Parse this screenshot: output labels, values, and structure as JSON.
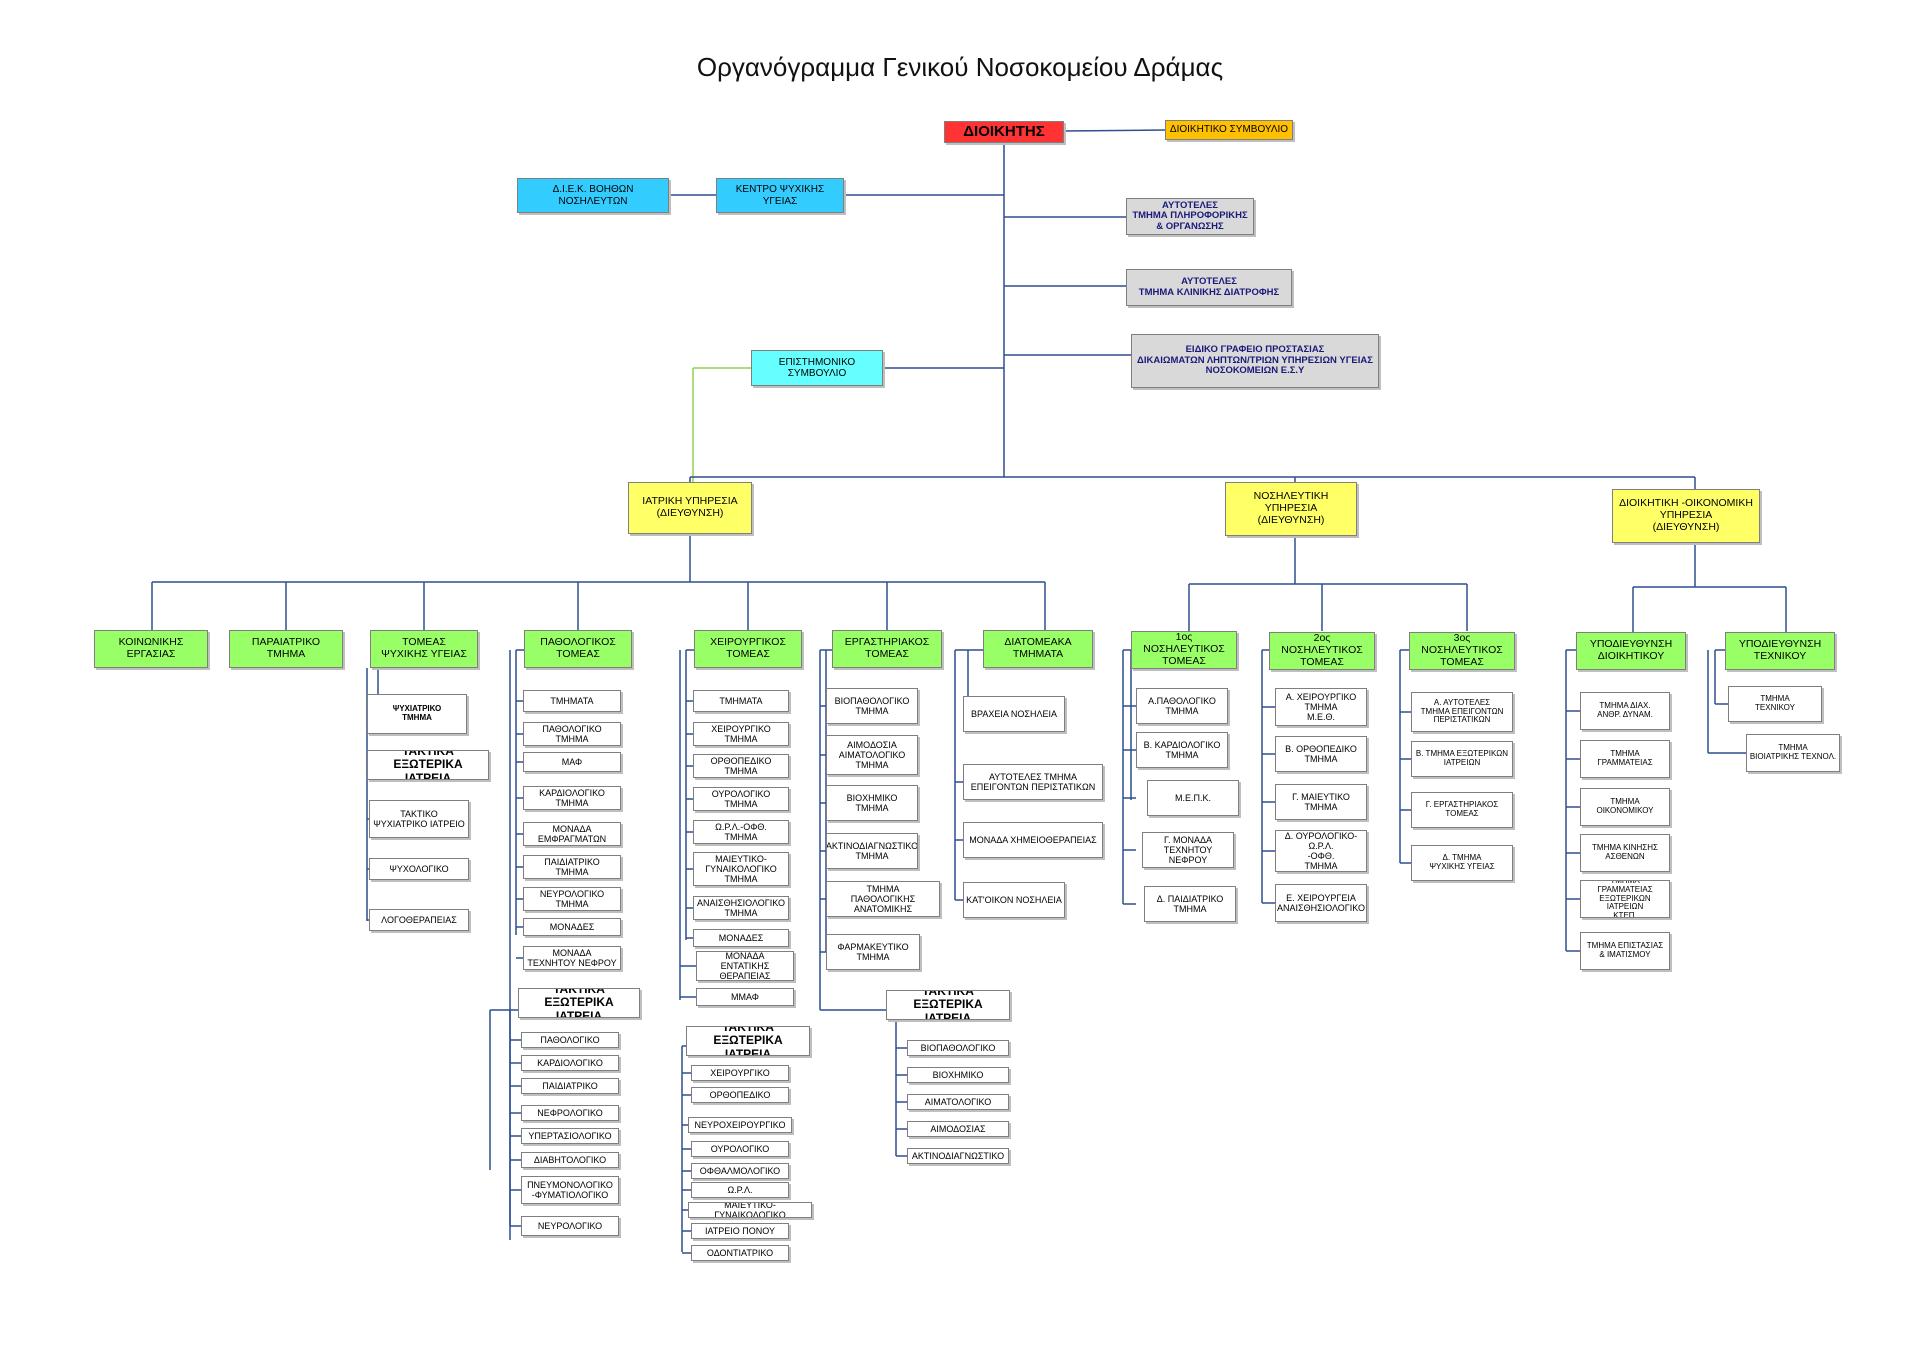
{
  "title": "Οργανόγραμμα Γενικού Νοσοκομείου Δράμας",
  "nodes": {
    "dioikitis": "ΔΙΟΙΚΗΤΗΣ",
    "dioikitiko_symvoulio": "ΔΙΟΙΚΗΤΙΚΟ ΣΥΜΒΟΥΛΙΟ",
    "diek": "Δ.Ι.Ε.Κ. ΒΟΗΘΩΝ ΝΟΣΗΛΕΥΤΩΝ",
    "kentro_psyxikis": "ΚΕΝΤΡΟ ΨΥΧΙΚΗΣ ΥΓΕΙΑΣ",
    "pliroforikis": "ΑΥΤΟΤΕΛΕΣ\nΤΜΗΜΑ ΠΛΗΡΟΦΟΡΙΚΗΣ\n& ΟΡΓΑΝΩΣΗΣ",
    "diatrofis": "ΑΥΤΟΤΕΛΕΣ\nΤΜΗΜΑ ΚΛΙΝΙΚΗΣ ΔΙΑΤΡΟΦΗΣ",
    "eidiko_grafeio": "ΕΙΔΙΚΟ ΓΡΑΦΕΙΟ ΠΡΟΣΤΑΣΙΑΣ\nΔΙΚΑΙΩΜΑΤΩΝ ΛΗΠΤΩΝ/ΤΡΙΩΝ ΥΠΗΡΕΣΙΩΝ ΥΓΕΙΑΣ\nΝΟΣΟΚΟΜΕΙΩΝ Ε.Σ.Υ",
    "epistimoniko": "ΕΠΙΣΤΗΜΟΝΙΚΟ\nΣΥΜΒΟΥΛΙΟ",
    "iatriki": "ΙΑΤΡΙΚΗ ΥΠΗΡΕΣΙΑ\n(ΔΙΕΥΘΥΝΣΗ)",
    "nosileftiki": "ΝΟΣΗΛΕΥΤΙΚΗ ΥΠΗΡΕΣΙΑ\n(ΔΙΕΥΘΥΝΣΗ)",
    "dioikitiki": "ΔΙΟΙΚΗΤΙΚΗ -ΟΙΚΟΝΟΜΙΚΗ\nΥΠΗΡΕΣΙΑ\n(ΔΙΕΥΘΥΝΣΗ)",
    "koinonikis": "ΚΟΙΝΩΝΙΚΗΣ ΕΡΓΑΣΙΑΣ",
    "paraiatriko": "ΠΑΡΑΙΑΤΡΙΚΟ ΤΜΗΜΑ",
    "psyxikis_tomeas": "ΤΟΜΕΑΣ\nΨΥΧΙΚΗΣ ΥΓΕΙΑΣ",
    "pathologikos": "ΠΑΘΟΛΟΓΙΚΟΣ\nΤΟΜΕΑΣ",
    "xeirourgikos": "ΧΕΙΡΟΥΡΓΙΚΟΣ\nΤΟΜΕΑΣ",
    "ergastiriakos": "ΕΡΓΑΣΤΗΡΙΑΚΟΣ\nΤΟΜΕΑΣ",
    "diatomeaka": "ΔΙΑΤΟΜΕΑΚΑ\nΤΜΗΜΑΤΑ",
    "nos1": "1ος ΝΟΣΗΛΕΥΤΙΚΟΣ\nΤΟΜΕΑΣ",
    "nos2": "2ος ΝΟΣΗΛΕΥΤΙΚΟΣ\nΤΟΜΕΑΣ",
    "nos3": "3ος ΝΟΣΗΛΕΥΤΙΚΟΣ\nΤΟΜΕΑΣ",
    "ypodioikitikou": "ΥΠΟΔΙΕΥΘΥΝΣΗ\nΔΙΟΙΚΗΤΙΚΟΥ",
    "ypotexnikou": "ΥΠΟΔΙΕΥΘΥΝΣΗ\nΤΕΧΝΙΚΟΥ"
  },
  "psyxikis_children": {
    "psyxiatriko": "ΨΥΧΙΑΤΡΙΚΟ\nΤΜΗΜΑ",
    "taktika_header": "ΤΑΚΤΙΚΑ ΕΞΩΤΕΡΙΚΑ\nΙΑΤΡΕΙΑ",
    "items": [
      "ΤΑΚΤΙΚΟ\nΨΥΧΙΑΤΡΙΚΟ ΙΑΤΡΕΙΟ",
      "ΨΥΧΟΛΟΓΙΚΟ",
      "ΛΟΓΟΘΕΡΑΠΕΙΑΣ"
    ]
  },
  "pathologikos_children": [
    "ΤΜΗΜΑΤΑ",
    "ΠΑΘΟΛΟΓΙΚΟ\nΤΜΗΜΑ",
    "ΜΑΦ",
    "ΚΑΡΔΙΟΛΟΓΙΚΟ\nΤΜΗΜΑ",
    "ΜΟΝΑΔΑ\nΕΜΦΡΑΓΜΑΤΩΝ",
    "ΠΑΙΔΙΑΤΡΙΚΟ\nΤΜΗΜΑ",
    "ΝΕΥΡΟΛΟΓΙΚΟ\nΤΜΗΜΑ",
    "ΜΟΝΑΔΕΣ",
    "ΜΟΝΑΔΑ\nΤΕΧΝΗΤΟΥ ΝΕΦΡΟΥ"
  ],
  "pathologikos_iatreia": {
    "header": "ΤΑΚΤΙΚΑ ΕΞΩΤΕΡΙΚΑ\nΙΑΤΡΕΙΑ",
    "items": [
      "ΠΑΘΟΛΟΓΙΚΟ",
      "ΚΑΡΔΙΟΛΟΓΙΚΟ",
      "ΠΑΙΔΙΑΤΡΙΚΟ",
      "ΝΕΦΡΟΛΟΓΙΚΟ",
      "ΥΠΕΡΤΑΣΙΟΛΟΓΙΚΟ",
      "ΔΙΑΒΗΤΟΛΟΓΙΚΟ",
      "ΠΝΕΥΜΟΝΟΛΟΓΙΚΟ\n-ΦΥΜΑΤΙΟΛΟΓΙΚΟ",
      "ΝΕΥΡΟΛΟΓΙΚΟ"
    ]
  },
  "xeirourgikos_children": [
    "ΤΜΗΜΑΤΑ",
    "ΧΕΙΡΟΥΡΓΙΚΟ\nΤΜΗΜΑ",
    "ΟΡΘΟΠΕΔΙΚΟ\nΤΜΗΜΑ",
    "ΟΥΡΟΛΟΓΙΚΟ\nΤΜΗΜΑ",
    "Ω.Ρ.Λ.-ΟΦΘ.\nΤΜΗΜΑ",
    "ΜΑΙΕΥΤΙΚΟ-\nΓΥΝΑΙΚΟΛΟΓΙΚΟ\nΤΜΗΜΑ",
    "ΑΝΑΙΣΘΗΣΙΟΛΟΓΙΚΟ\nΤΜΗΜΑ",
    "ΜΟΝΑΔΕΣ",
    "ΜΟΝΑΔΑ\nΕΝΤΑΤΙΚΗΣ\nΘΕΡΑΠΕΙΑΣ",
    "ΜΜΑΦ"
  ],
  "xeirourgikos_iatreia": {
    "header": "ΤΑΚΤΙΚΑ ΕΞΩΤΕΡΙΚΑ\nΙΑΤΡΕΙΑ",
    "items": [
      "ΧΕΙΡΟΥΡΓΙΚΟ",
      "ΟΡΘΟΠΕΔΙΚΟ",
      "ΝΕΥΡΟΧΕΙΡΟΥΡΓΙΚΟ",
      "ΟΥΡΟΛΟΓΙΚΟ",
      "ΟΦΘΑΛΜΟΛΟΓΙΚΟ",
      "Ω.Ρ.Λ.",
      "ΜΑΙΕΥΤΙΚΟ-ΓΥΝΑΙΚΟΛΟΓΙΚΟ",
      "ΙΑΤΡΕΙΟ ΠΟΝΟΥ",
      "ΟΔΟΝΤΙΑΤΡΙΚΟ"
    ]
  },
  "ergastiriakos_children": [
    "ΒΙΟΠΑΘΟΛΟΓΙΚΟ\nΤΜΗΜΑ",
    "ΑΙΜΟΔΟΣΙΑ\nΑΙΜΑΤΟΛΟΓΙΚΟ\nΤΜΗΜΑ",
    "ΒΙΟΧΗΜΙΚΟ\nΤΜΗΜΑ",
    "ΑΚΤΙΝΟΔΙΑΓΝΩΣΤΙΚΟ\nΤΜΗΜΑ",
    "ΤΜΗΜΑ\nΠΑΘΟΛΟΓΙΚΗΣ ΑΝΑΤΟΜΙΚΗΣ",
    "ΦΑΡΜΑΚΕΥΤΙΚΟ\nΤΜΗΜΑ"
  ],
  "ergastiriakos_iatreia": {
    "header": "ΤΑΚΤΙΚΑ ΕΞΩΤΕΡΙΚΑ\nΙΑΤΡΕΙΑ",
    "items": [
      "ΒΙΟΠΑΘΟΛΟΓΙΚΟ",
      "ΒΙΟΧΗΜΙΚΟ",
      "ΑΙΜΑΤΟΛΟΓΙΚΟ",
      "ΑΙΜΟΔΟΣΙΑΣ",
      "ΑΚΤΙΝΟΔΙΑΓΝΩΣΤΙΚΟ"
    ]
  },
  "diatomeaka_children": [
    "ΒΡΑΧΕΙΑ ΝΟΣΗΛΕΙΑ",
    "ΑΥΤΟΤΕΛΕΣ ΤΜΗΜΑ\nΕΠΕΙΓΟΝΤΩΝ ΠΕΡΙΣΤΑΤΙΚΩΝ",
    "ΜΟΝΑΔΑ ΧΗΜΕΙΟΘΕΡΑΠΕΙΑΣ",
    "ΚΑΤ'ΟΙΚΟΝ ΝΟΣΗΛΕΙΑ"
  ],
  "nos1_children": [
    "Α.ΠΑΘΟΛΟΓΙΚΟ\nΤΜΗΜΑ",
    "Β. ΚΑΡΔΙΟΛΟΓΙΚΟ\nΤΜΗΜΑ",
    "Μ.Ε.Π.Κ.",
    "Γ. ΜΟΝΑΔΑ\nΤΕΧΝΗΤΟΥ ΝΕΦΡΟΥ",
    "Δ. ΠΑΙΔΙΑΤΡΙΚΟ\nΤΜΗΜΑ"
  ],
  "nos2_children": [
    "Α. ΧΕΙΡΟΥΡΓΙΚΟ\nΤΜΗΜΑ\nΜ.Ε.Θ.",
    "Β. ΟΡΘΟΠΕΔΙΚΟ\nΤΜΗΜΑ",
    "Γ. ΜΑΙΕΥΤΙΚΟ\nΤΜΗΜΑ",
    "Δ. ΟΥΡΟΛΟΓΙΚΟ-Ω.Ρ.Λ.\n-ΟΦΘ.\nΤΜΗΜΑ",
    "Ε. ΧΕΙΡΟΥΡΓΕΙΑ\nΑΝΑΙΣΘΗΣΙΟΛΟΓΙΚΟ"
  ],
  "nos3_children": [
    "Α. ΑΥΤΟΤΕΛΕΣ\nΤΜΗΜΑ ΕΠΕΙΓΟΝΤΩΝ\nΠΕΡΙΣΤΑΤΙΚΩΝ",
    "Β. ΤΜΗΜΑ ΕΞΩΤΕΡΙΚΩΝ\nΙΑΤΡΕΙΩΝ",
    "Γ. ΕΡΓΑΣΤΗΡΙΑΚΟΣ\nΤΟΜΕΑΣ",
    "Δ. ΤΜΗΜΑ\nΨΥΧΙΚΗΣ ΥΓΕΙΑΣ"
  ],
  "ypodioikitikou_children": [
    "ΤΜΗΜΑ ΔΙΑΧ.\nΑΝΘΡ. ΔΥΝΑΜ.",
    "ΤΜΗΜΑ\nΓΡΑΜΜΑΤΕΙΑΣ",
    "ΤΜΗΜΑ\nΟΙΚΟΝΟΜΙΚΟΥ",
    "ΤΜΗΜΑ ΚΙΝΗΣΗΣ\nΑΣΘΕΝΩΝ",
    "ΤΜΗΜΑ ΓΡΑΜΜΑΤΕΙΑΣ\nΕΞΩΤΕΡΙΚΩΝ ΙΑΤΡΕΙΩΝ\nΚΤΕΠ.",
    "ΤΜΗΜΑ ΕΠΙΣΤΑΣΙΑΣ\n& ΙΜΑΤΙΣΜΟΥ"
  ],
  "ypotexnikou_children": [
    "ΤΜΗΜΑ\nΤΕΧΝΙΚΟΥ",
    "ΤΜΗΜΑ\nΒΙΟΙΑΤΡΙΚΗΣ ΤΕΧΝΟΛ."
  ],
  "colors": {
    "director": "#ff3333",
    "board": "#ffc000",
    "blue_units": "#33ccff",
    "scientific_board": "#66ffff",
    "independent_units": "#d9d9d9",
    "services": "#ffff66",
    "sectors": "#99ff66",
    "lines": "#2f4f8f"
  }
}
